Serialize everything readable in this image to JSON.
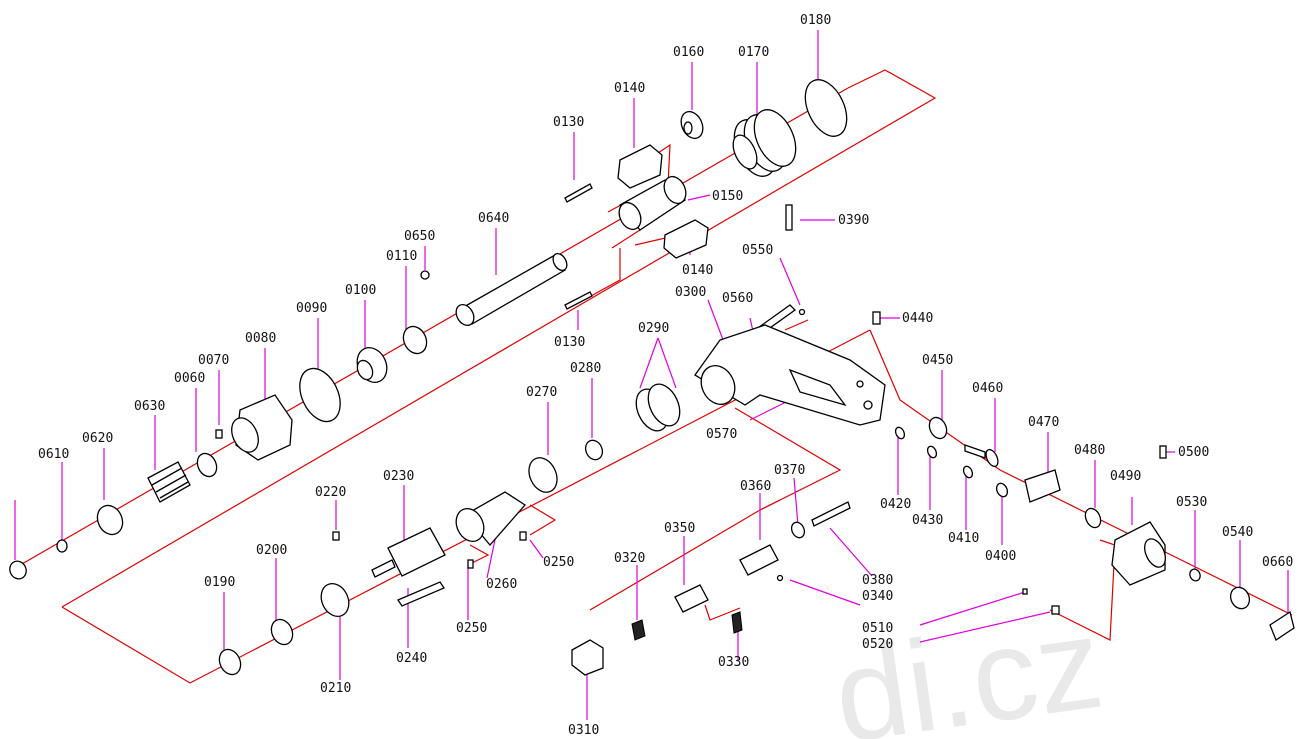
{
  "watermark": "di.cz",
  "labels": {
    "l0180": "0180",
    "l0170": "0170",
    "l0160": "0160",
    "l0140a": "0140",
    "l0130a": "0130",
    "l0150": "0150",
    "l0140b": "0140",
    "l0640": "0640",
    "l0650": "0650",
    "l0110": "0110",
    "l0100": "0100",
    "l0090": "0090",
    "l0080": "0080",
    "l0070": "0070",
    "l0060": "0060",
    "l0630": "0630",
    "l0620": "0620",
    "l0610": "0610",
    "l0130b": "0130",
    "l0390": "0390",
    "l0550": "0550",
    "l0300": "0300",
    "l0560": "0560",
    "l0440": "0440",
    "l0290": "0290",
    "l0280": "0280",
    "l0270": "0270",
    "l0570": "0570",
    "l0450": "0450",
    "l0460": "0460",
    "l0470": "0470",
    "l0480": "0480",
    "l0500": "0500",
    "l0490": "0490",
    "l0420": "0420",
    "l0430": "0430",
    "l0410": "0410",
    "l0400": "0400",
    "l0530": "0530",
    "l0540": "0540",
    "l0660": "0660",
    "l0220": "0220",
    "l0230": "0230",
    "l0200": "0200",
    "l0190": "0190",
    "l0210": "0210",
    "l0240": "0240",
    "l0250a": "0250",
    "l0250b": "0250",
    "l0260": "0260",
    "l0360": "0360",
    "l0370": "0370",
    "l0350": "0350",
    "l0320": "0320",
    "l0330": "0330",
    "l0310": "0310",
    "l0380": "0380",
    "l0340": "0340",
    "l0510": "0510",
    "l0520": "0520"
  }
}
